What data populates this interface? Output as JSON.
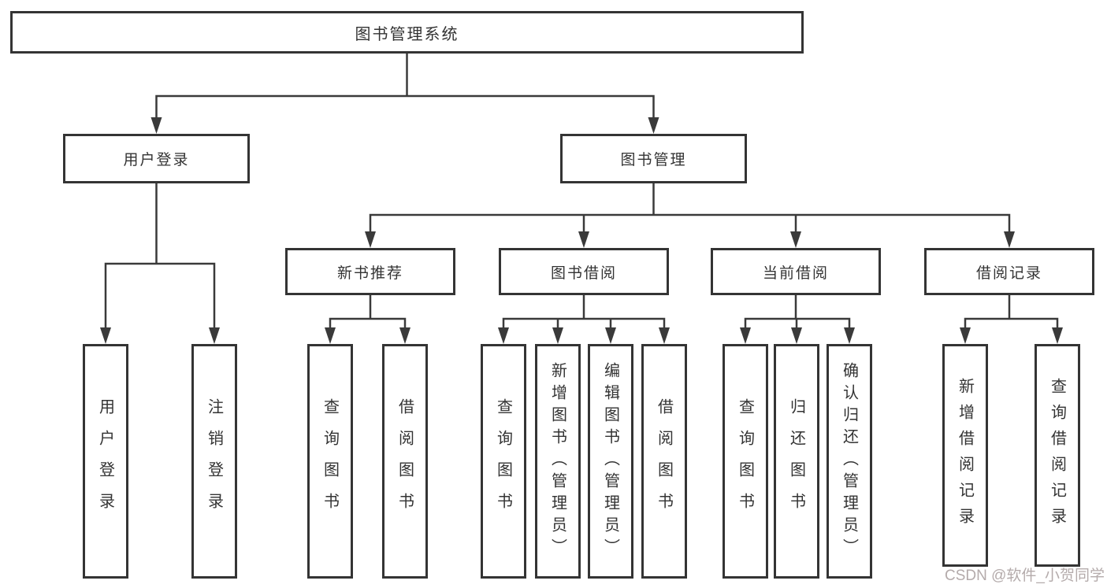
{
  "diagram": {
    "type": "hierarchy-tree",
    "tree": {
      "root": {
        "label": "图书管理系统"
      },
      "branches": [
        {
          "label": "用户登录",
          "children": [
            {
              "label": "用户登录"
            },
            {
              "label": "注销登录"
            }
          ]
        },
        {
          "label": "图书管理",
          "children": [
            {
              "label": "新书推荐",
              "children": [
                {
                  "label": "查询图书"
                },
                {
                  "label": "借阅图书"
                }
              ]
            },
            {
              "label": "图书借阅",
              "children": [
                {
                  "label": "查询图书"
                },
                {
                  "label": "新增图书（管理员）"
                },
                {
                  "label": "编辑图书（管理员）"
                },
                {
                  "label": "借阅图书"
                }
              ]
            },
            {
              "label": "当前借阅",
              "children": [
                {
                  "label": "查询图书"
                },
                {
                  "label": "归还图书"
                },
                {
                  "label": "确认归还（管理员）"
                }
              ]
            },
            {
              "label": "借阅记录",
              "children": [
                {
                  "label": "新增借阅记录"
                },
                {
                  "label": "查询借阅记录"
                }
              ]
            }
          ]
        }
      ]
    },
    "colors": {
      "line": "#3a3a3a",
      "box_border": "#343434",
      "box_fill": "#ffffff",
      "text": "#333333",
      "watermark": "#b4abab",
      "background": "#ffffff"
    }
  },
  "watermark": {
    "text": "CSDN @软件_小贺同学"
  }
}
